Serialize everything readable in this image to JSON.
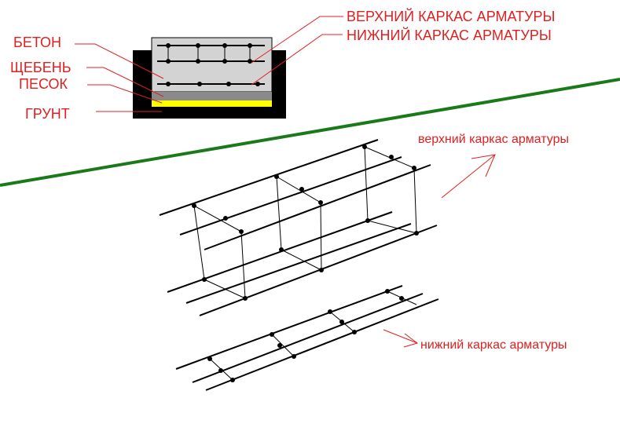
{
  "labels": {
    "concrete": "БЕТОН",
    "crushed_stone": "ЩЕБЕНЬ",
    "sand": "ПЕСОК",
    "soil": "ГРУНТ",
    "upper_frame_caps": "ВЕРХНИЙ КАРКАС АРМАТУРЫ",
    "lower_frame_caps": "НИЖНИЙ КАРКАС АРМАТУРЫ",
    "upper_frame": "верхний каркас арматуры",
    "lower_frame": "нижний каркас арматуры"
  },
  "colors": {
    "label": "#e02020",
    "ground_line": "#1a7a1a",
    "trench": "#000000",
    "concrete": "#d3d3d3",
    "crushed_stone": "#8a8a8a",
    "sand": "#ffff00"
  }
}
